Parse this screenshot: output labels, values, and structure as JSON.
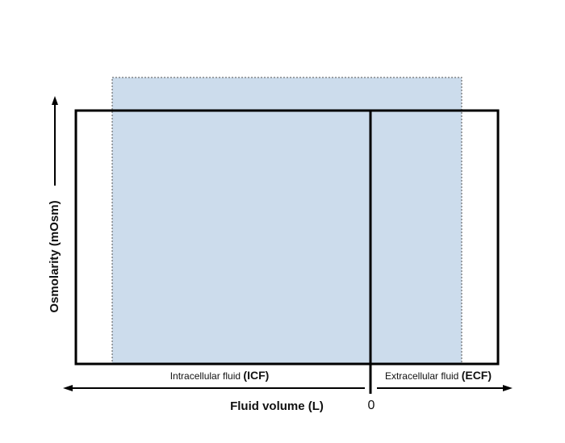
{
  "axes": {
    "x_title": "Fluid volume (L)",
    "y_title": "Osmolarity (mOsm)",
    "x_zero_label": "0"
  },
  "compartments": {
    "icf": {
      "label": "Intracellular fluid ",
      "abbr": "(ICF)"
    },
    "ecf": {
      "label": "Extracellular fluid ",
      "abbr": "(ECF)"
    }
  },
  "colors": {
    "shaded_region": "#ccdcec",
    "box_outline": "#000000",
    "dotted_outline": "#555555"
  }
}
